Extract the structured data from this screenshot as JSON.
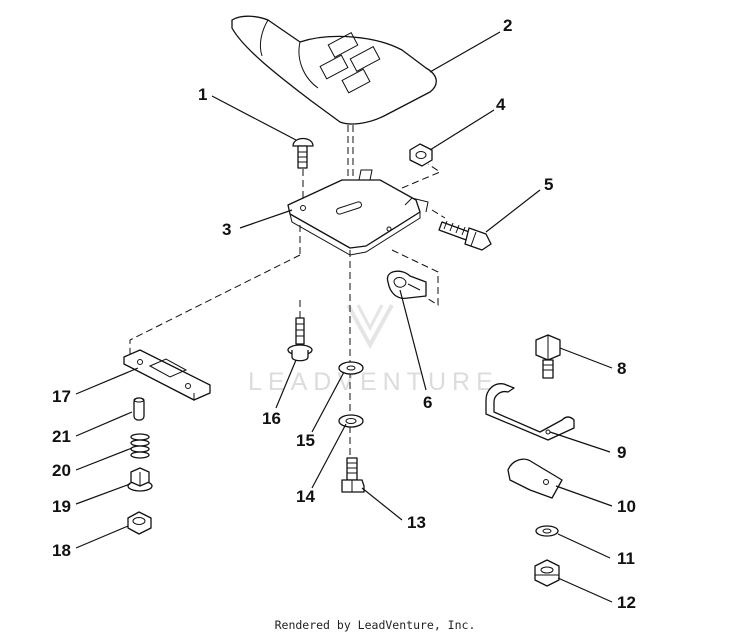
{
  "footer": "Rendered by LeadVenture, Inc.",
  "watermark": "LEADVENTURE",
  "callouts": [
    {
      "id": "1",
      "label": "1"
    },
    {
      "id": "2",
      "label": "2"
    },
    {
      "id": "3",
      "label": "3"
    },
    {
      "id": "4",
      "label": "4"
    },
    {
      "id": "5",
      "label": "5"
    },
    {
      "id": "6",
      "label": "6"
    },
    {
      "id": "8",
      "label": "8"
    },
    {
      "id": "9",
      "label": "9"
    },
    {
      "id": "10",
      "label": "10"
    },
    {
      "id": "11",
      "label": "11"
    },
    {
      "id": "12",
      "label": "12"
    },
    {
      "id": "13",
      "label": "13"
    },
    {
      "id": "14",
      "label": "14"
    },
    {
      "id": "15",
      "label": "15"
    },
    {
      "id": "16",
      "label": "16"
    },
    {
      "id": "17",
      "label": "17"
    },
    {
      "id": "18",
      "label": "18"
    },
    {
      "id": "19",
      "label": "19"
    },
    {
      "id": "20",
      "label": "20"
    },
    {
      "id": "21",
      "label": "21"
    }
  ]
}
